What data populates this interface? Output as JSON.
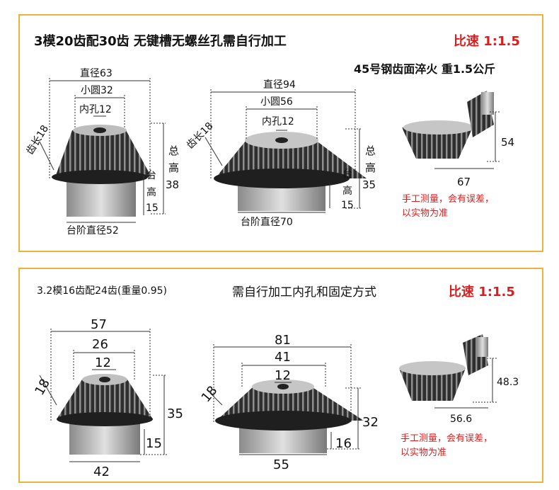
{
  "colors": {
    "border": "#e9b437",
    "accent_red": "#d81e1e",
    "dim_line": "#333333",
    "gear_dark": "#3a3a3a",
    "gear_metal": "#c8c8c8"
  },
  "panel1": {
    "title": "3模20齿配30齿 无键槽无螺丝孔需自行加工",
    "ratio": "比速 1:1.5",
    "material": "45号钢齿面淬火 重1.5公斤",
    "small_gear": {
      "diameter": "直径63",
      "small_circle": "小圆32",
      "bore": "内孔12",
      "tooth_length": "齿长18",
      "total_height": [
        "总",
        "高",
        "38"
      ],
      "step_height": [
        "台",
        "高",
        "15"
      ],
      "step_diameter": "台阶直径52"
    },
    "large_gear": {
      "diameter": "直径94",
      "small_circle": "小圆56",
      "bore": "内孔12",
      "tooth_length": "齿长18",
      "total_height": [
        "总",
        "高",
        "35"
      ],
      "step_height": [
        "台",
        "高",
        "15"
      ],
      "step_diameter": "台阶直径70"
    },
    "assembly": {
      "height": "54",
      "width": "67"
    },
    "note": [
      "手工测量，会有误差，",
      "以实物为准"
    ]
  },
  "panel2": {
    "title": "3.2模16齿配24齿(重量0.95)",
    "subtitle": "需自行加工内孔和固定方式",
    "ratio": "比速 1:1.5",
    "small_gear": {
      "diameter": "57",
      "small_circle": "26",
      "bore": "12",
      "tooth_length": "18",
      "total_height": "35",
      "step_height": "15",
      "step_diameter": "42"
    },
    "large_gear": {
      "diameter": "81",
      "small_circle": "41",
      "bore": "12",
      "tooth_length": "18",
      "total_height": "32",
      "step_height": "16",
      "step_diameter": "55"
    },
    "assembly": {
      "height": "48.3",
      "width": "56.6"
    },
    "note": [
      "手工测量，会有误差，",
      "以实物为准"
    ]
  }
}
